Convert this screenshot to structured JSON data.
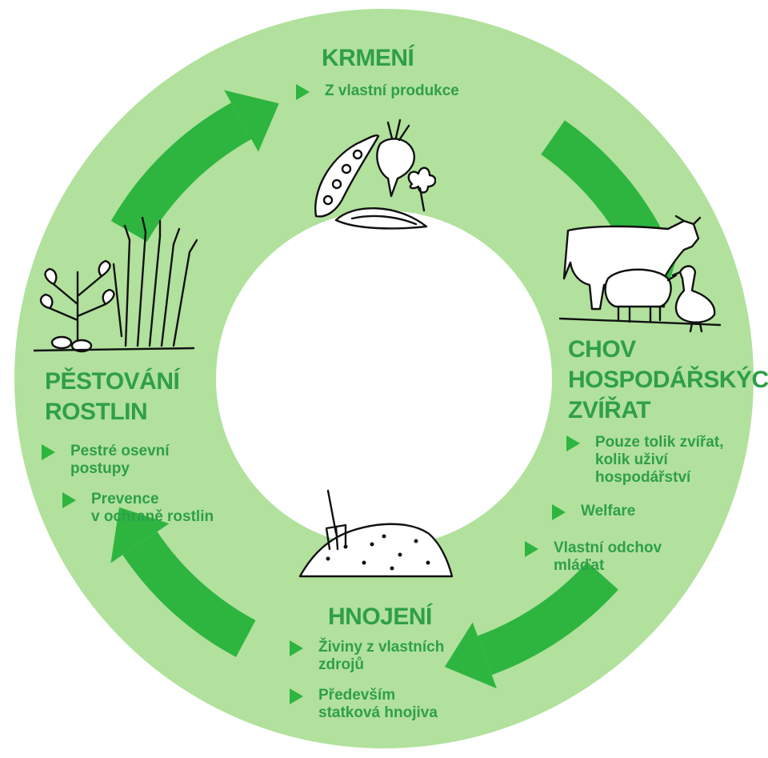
{
  "colors": {
    "ring": "#b1e19c",
    "inner": "#ffffff",
    "arrow": "#2db540",
    "text": "#2f9f48"
  },
  "nodes": {
    "krmeni": {
      "title": "KRMENÍ",
      "bullets": [
        "Z vlastní produkce"
      ],
      "icon": "feed-crops-icon"
    },
    "chov": {
      "title_lines": [
        "CHOV",
        "HOSPODÁŘSKÝCH",
        "ZVÍŘAT"
      ],
      "bullets": [
        "Pouze tolik zvířat,\nkolik uživí\nhospodářství",
        "Welfare",
        "Vlastní odchov\nmláďat"
      ],
      "icon": "farm-animals-icon"
    },
    "hnojeni": {
      "title": "HNOJENÍ",
      "bullets": [
        "Živiny z vlastních\nzdrojů",
        "Především\nstatková hnojiva"
      ],
      "icon": "manure-pile-icon"
    },
    "pestovani": {
      "title_lines": [
        "PĚSTOVÁNÍ",
        "ROSTLIN"
      ],
      "bullets": [
        "Pestré osevní\npostupy",
        "Prevence\nv ochraně rostlin"
      ],
      "icon": "crop-plants-icon"
    }
  }
}
